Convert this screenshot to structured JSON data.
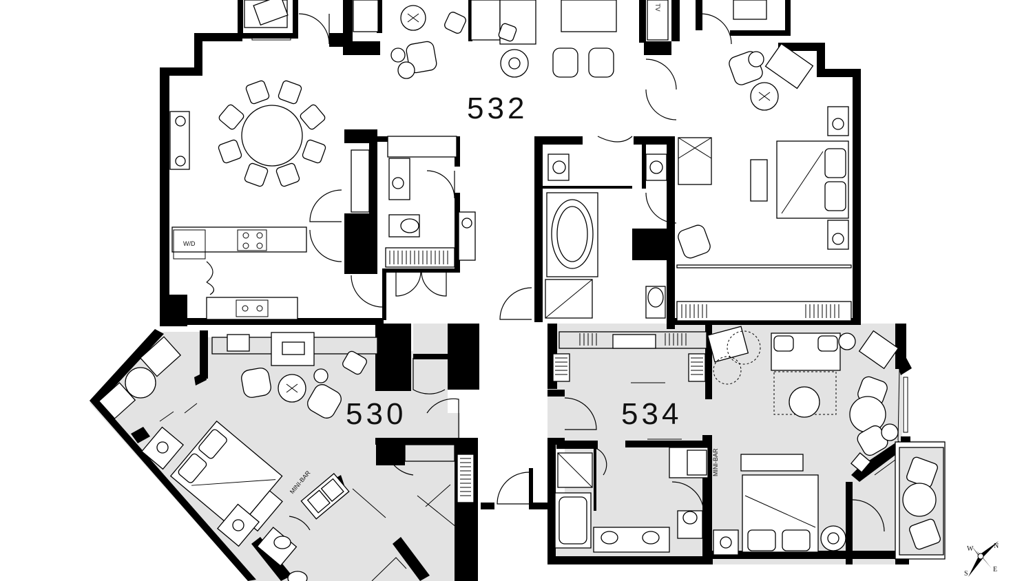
{
  "suites": [
    {
      "id": "532",
      "label": "532"
    },
    {
      "id": "530",
      "label": "530"
    },
    {
      "id": "534",
      "label": "534"
    }
  ],
  "fixture_labels": {
    "washer_dryer": "W/D",
    "tv": "TV",
    "minibar_530": "MINI-BAR",
    "minibar_534": "MINI-BAR"
  },
  "compass": {
    "n": "N",
    "s": "S",
    "e": "E",
    "w": "W"
  },
  "colors": {
    "walls": "#000000",
    "suite_fill": "#e3e3e3",
    "background": "#ffffff"
  }
}
